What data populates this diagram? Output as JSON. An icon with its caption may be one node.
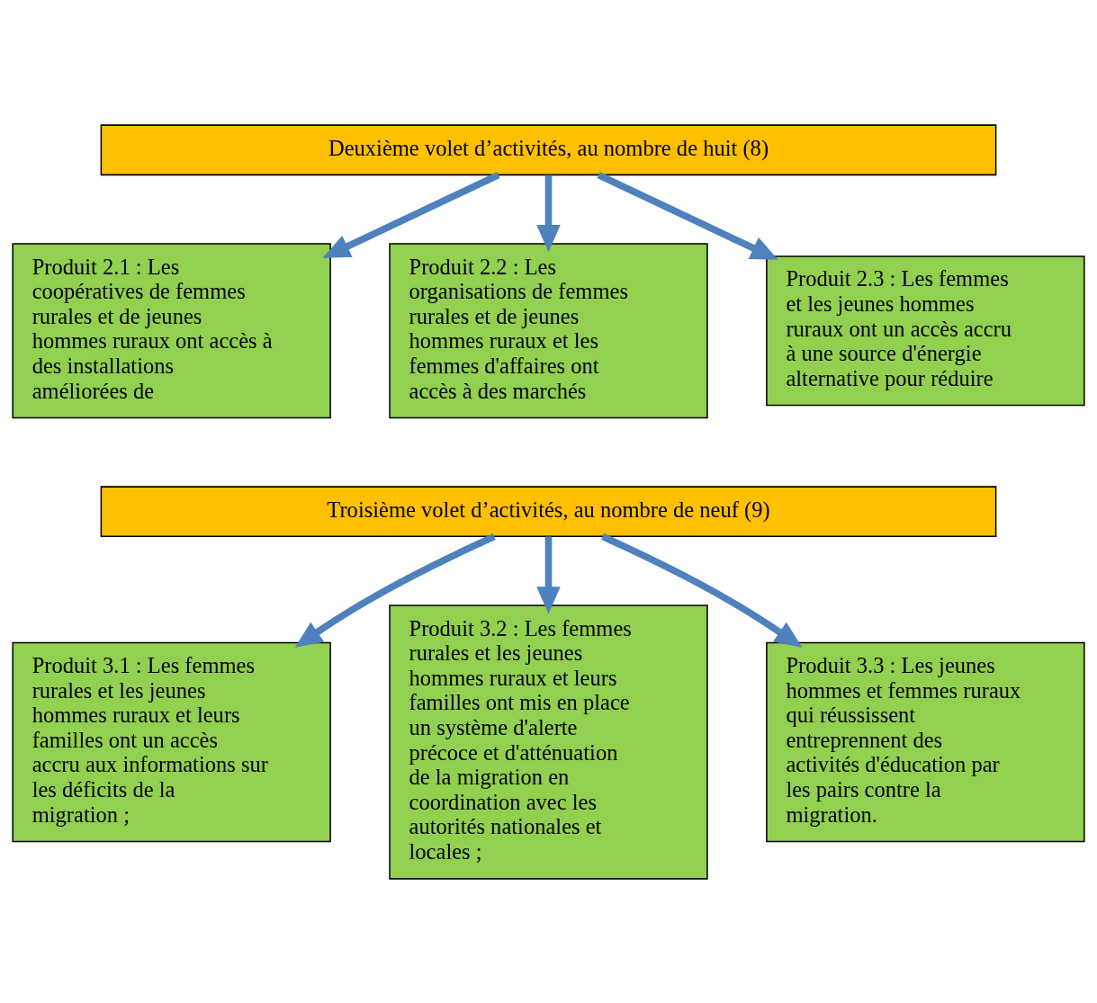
{
  "diagram": {
    "nodes": [
      {
        "text": [
          "Deuxième volet d’activités, au nombre de huit (8)"
        ]
      },
      {
        "text": [
          "Produit 2.1 : Les coopératives de femmes rurales et de jeunes hommes ruraux ont accès à des installations améliorées de"
        ]
      },
      {
        "text": [
          "Produit 2.2 : Les organisations de femmes rurales et de jeunes hommes ruraux et les femmes d'affaires ont accès à des marchés"
        ]
      },
      {
        "text": [
          "Produit 2.3 : Les femmes et les jeunes hommes ruraux ont un accès accru à une source d'énergie alternative pour réduire"
        ]
      },
      {
        "text": [
          "Troisième volet d’activités, au nombre de neuf (9)"
        ]
      },
      {
        "text": [
          "Produit 3.1 : Les femmes rurales et les jeunes hommes ruraux et leurs familles ont un accès accru aux informations sur les déficits de la migration ;"
        ]
      },
      {
        "text": [
          "Produit 3.2 : Les femmes rurales et les jeunes hommes ruraux et leurs familles ont mis en place un système d'alerte précoce et d'atténuation de la migration en coordination avec les autorités nationales et locales ;"
        ]
      },
      {
        "text": [
          "Produit 3.3 : Les jeunes hommes et femmes ruraux qui réussissent entreprennent des activités d'éducation par les pairs contre la migration."
        ]
      }
    ],
    "edges": [
      {
        "from": 0,
        "to": 1,
        "arrow": "to"
      },
      {
        "from": 0,
        "to": 2,
        "arrow": "to"
      },
      {
        "from": 0,
        "to": 3,
        "arrow": "to"
      },
      {
        "from": 4,
        "to": 5,
        "arrow": "to"
      },
      {
        "from": 4,
        "to": 6,
        "arrow": "to"
      },
      {
        "from": 4,
        "to": 7,
        "arrow": "to"
      }
    ]
  }
}
